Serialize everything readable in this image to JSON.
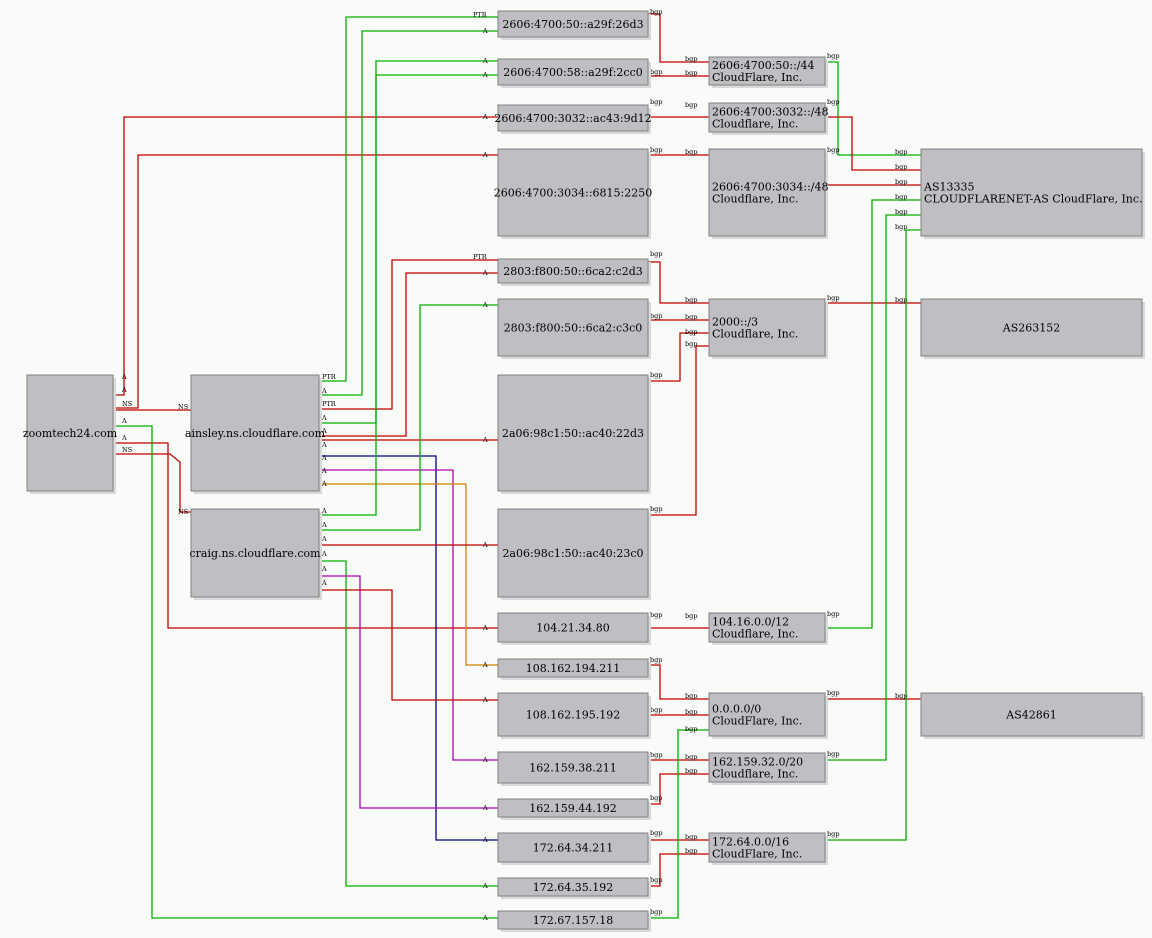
{
  "nodes": {
    "zoom": {
      "lines": [
        "zoomtech24.com"
      ]
    },
    "ainsley": {
      "lines": [
        "ainsley.ns.cloudflare.com"
      ]
    },
    "craig": {
      "lines": [
        "craig.ns.cloudflare.com"
      ]
    },
    "v6a": {
      "lines": [
        "2606:4700:50::a29f:26d3"
      ]
    },
    "v6b": {
      "lines": [
        "2606:4700:58::a29f:2cc0"
      ]
    },
    "v6c": {
      "lines": [
        "2606:4700:3032::ac43:9d12"
      ]
    },
    "v6d": {
      "lines": [
        "2606:4700:3034::6815:2250"
      ]
    },
    "v6e": {
      "lines": [
        "2803:f800:50::6ca2:c2d3"
      ]
    },
    "v6f": {
      "lines": [
        "2803:f800:50::6ca2:c3c0"
      ]
    },
    "v6g": {
      "lines": [
        "2a06:98c1:50::ac40:22d3"
      ]
    },
    "v6h": {
      "lines": [
        "2a06:98c1:50::ac40:23c0"
      ]
    },
    "ip1": {
      "lines": [
        "104.21.34.80"
      ]
    },
    "ip2": {
      "lines": [
        "108.162.194.211"
      ]
    },
    "ip3": {
      "lines": [
        "108.162.195.192"
      ]
    },
    "ip4": {
      "lines": [
        "162.159.38.211"
      ]
    },
    "ip5": {
      "lines": [
        "162.159.44.192"
      ]
    },
    "ip6": {
      "lines": [
        "172.64.34.211"
      ]
    },
    "ip7": {
      "lines": [
        "172.64.35.192"
      ]
    },
    "ip8": {
      "lines": [
        "172.67.157.18"
      ]
    },
    "p1": {
      "lines": [
        "2606:4700:50::/44",
        "CloudFlare, Inc."
      ]
    },
    "p2": {
      "lines": [
        "2606:4700:3032::/48",
        "Cloudflare, Inc."
      ]
    },
    "p3": {
      "lines": [
        "2606:4700:3034::/48",
        "Cloudflare, Inc."
      ]
    },
    "p4": {
      "lines": [
        "2000::/3",
        "Cloudflare, Inc."
      ]
    },
    "p5": {
      "lines": [
        "104.16.0.0/12",
        "Cloudflare, Inc."
      ]
    },
    "p6": {
      "lines": [
        "0.0.0.0/0",
        "CloudFlare, Inc."
      ]
    },
    "p7": {
      "lines": [
        "162.159.32.0/20",
        "Cloudflare, Inc."
      ]
    },
    "p8": {
      "lines": [
        "172.64.0.0/16",
        "CloudFlare, Inc."
      ]
    },
    "as1": {
      "lines": [
        "AS13335",
        "CLOUDFLARENET-AS CloudFlare, Inc."
      ]
    },
    "as2": {
      "lines": [
        "AS263152"
      ]
    },
    "as3": {
      "lines": [
        "AS42861"
      ]
    }
  },
  "edges": [
    {
      "from": "zoom",
      "to": "v6c",
      "label": "A",
      "color": "#c00000"
    },
    {
      "from": "zoom",
      "to": "v6d",
      "label": "A",
      "color": "#c00000"
    },
    {
      "from": "zoom",
      "to": "ainsley",
      "label": "NS",
      "color": "#c00000"
    },
    {
      "from": "zoom",
      "to": "craig",
      "label": "NS",
      "color": "#c00000"
    },
    {
      "from": "zoom",
      "to": "ip1",
      "label": "A",
      "color": "#c00000"
    },
    {
      "from": "zoom",
      "to": "ip8",
      "label": "A",
      "color": "#00b000"
    },
    {
      "from": "ainsley",
      "to": "v6a",
      "label": "PTR",
      "color": "#00b000"
    },
    {
      "from": "ainsley",
      "to": "v6a",
      "label": "A",
      "color": "#00b000"
    },
    {
      "from": "ainsley",
      "to": "v6b",
      "label": "A",
      "color": "#00b000"
    },
    {
      "from": "ainsley",
      "to": "v6e",
      "label": "PTR",
      "color": "#c00000"
    },
    {
      "from": "ainsley",
      "to": "v6e",
      "label": "A",
      "color": "#c00000"
    },
    {
      "from": "ainsley",
      "to": "v6g",
      "label": "A",
      "color": "#c00000"
    },
    {
      "from": "ainsley",
      "to": "ip6",
      "label": "A",
      "color": "#000090"
    },
    {
      "from": "ainsley",
      "to": "ip4",
      "label": "A",
      "color": "#b000b0"
    },
    {
      "from": "ainsley",
      "to": "ip2",
      "label": "A",
      "color": "#d08000"
    },
    {
      "from": "craig",
      "to": "v6b",
      "label": "A",
      "color": "#00b000"
    },
    {
      "from": "craig",
      "to": "v6f",
      "label": "A",
      "color": "#00b000"
    },
    {
      "from": "craig",
      "to": "v6h",
      "label": "A",
      "color": "#c00000"
    },
    {
      "from": "craig",
      "to": "ip7",
      "label": "A",
      "color": "#00b000"
    },
    {
      "from": "craig",
      "to": "ip5",
      "label": "A",
      "color": "#b000b0"
    },
    {
      "from": "craig",
      "to": "ip3",
      "label": "A",
      "color": "#c00000"
    },
    {
      "from": "v6a",
      "to": "p1",
      "label": "bgp",
      "color": "#c00000"
    },
    {
      "from": "v6b",
      "to": "p1",
      "label": "bgp",
      "color": "#c00000"
    },
    {
      "from": "v6c",
      "to": "p2",
      "label": "bgp",
      "color": "#c00000"
    },
    {
      "from": "v6d",
      "to": "p3",
      "label": "bgp",
      "color": "#c00000"
    },
    {
      "from": "v6e",
      "to": "p4",
      "label": "bgp",
      "color": "#c00000"
    },
    {
      "from": "v6f",
      "to": "p4",
      "label": "bgp",
      "color": "#c00000"
    },
    {
      "from": "v6g",
      "to": "p4",
      "label": "bgp",
      "color": "#c00000"
    },
    {
      "from": "v6h",
      "to": "p4",
      "label": "bgp",
      "color": "#c00000"
    },
    {
      "from": "ip1",
      "to": "p5",
      "label": "bgp",
      "color": "#c00000"
    },
    {
      "from": "ip2",
      "to": "p6",
      "label": "bgp",
      "color": "#c00000"
    },
    {
      "from": "ip3",
      "to": "p6",
      "label": "bgp",
      "color": "#c00000"
    },
    {
      "from": "ip4",
      "to": "p7",
      "label": "bgp",
      "color": "#c00000"
    },
    {
      "from": "ip5",
      "to": "p7",
      "label": "bgp",
      "color": "#c00000"
    },
    {
      "from": "ip6",
      "to": "p8",
      "label": "bgp",
      "color": "#c00000"
    },
    {
      "from": "ip7",
      "to": "p8",
      "label": "bgp",
      "color": "#c00000"
    },
    {
      "from": "ip8",
      "to": "p6",
      "label": "bgp",
      "color": "#00b000"
    },
    {
      "from": "p1",
      "to": "as1",
      "label": "bgp",
      "color": "#00b000"
    },
    {
      "from": "p2",
      "to": "as1",
      "label": "bgp",
      "color": "#c00000"
    },
    {
      "from": "p3",
      "to": "as1",
      "label": "bgp",
      "color": "#c00000"
    },
    {
      "from": "p4",
      "to": "as2",
      "label": "bgp",
      "color": "#c00000"
    },
    {
      "from": "p5",
      "to": "as1",
      "label": "bgp",
      "color": "#00b000"
    },
    {
      "from": "p6",
      "to": "as3",
      "label": "bgp",
      "color": "#c00000"
    },
    {
      "from": "p7",
      "to": "as1",
      "label": "bgp",
      "color": "#00b000"
    },
    {
      "from": "p8",
      "to": "as1",
      "label": "bgp",
      "color": "#00b000"
    }
  ]
}
